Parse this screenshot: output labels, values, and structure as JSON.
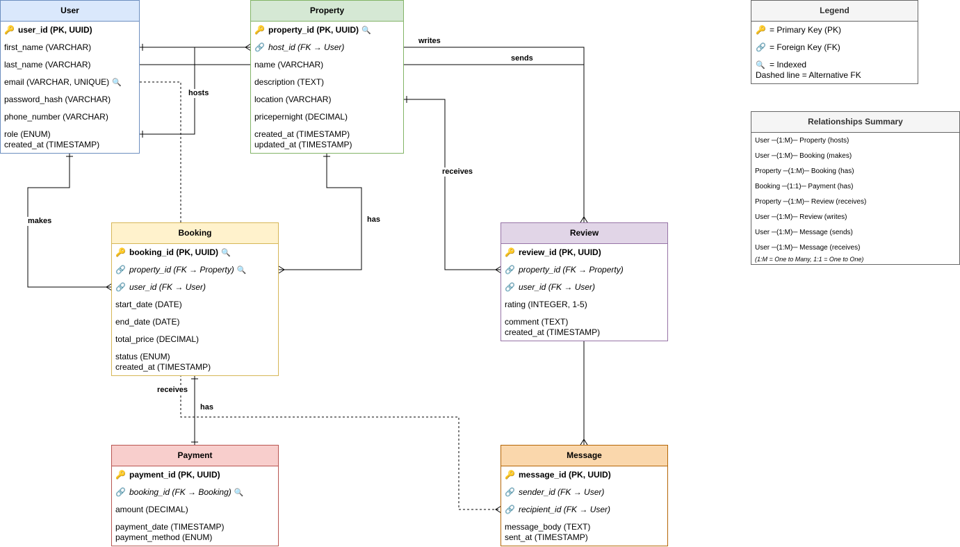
{
  "entities": {
    "user": {
      "title": "User",
      "header_fill": "#dae8fc",
      "border": "#6c8ebf",
      "fields": [
        {
          "text": "user_id (PK, UUID)",
          "kind": "pk",
          "indexed": false
        },
        {
          "text": "first_name (VARCHAR)",
          "kind": "plain",
          "indexed": false
        },
        {
          "text": "last_name (VARCHAR)",
          "kind": "plain",
          "indexed": false
        },
        {
          "text": "email (VARCHAR, UNIQUE)",
          "kind": "plain",
          "indexed": true
        },
        {
          "text": "password_hash (VARCHAR)",
          "kind": "plain",
          "indexed": false
        },
        {
          "text": "phone_number (VARCHAR)",
          "kind": "plain",
          "indexed": false
        },
        {
          "text": "role (ENUM)",
          "kind": "plain",
          "indexed": false
        },
        {
          "text": "created_at (TIMESTAMP)",
          "kind": "plain",
          "indexed": false
        }
      ]
    },
    "property": {
      "title": "Property",
      "header_fill": "#d5e8d4",
      "border": "#82b366",
      "fields": [
        {
          "text": "property_id (PK, UUID)",
          "kind": "pk",
          "indexed": true
        },
        {
          "text": "host_id (FK → User)",
          "kind": "fk",
          "indexed": false
        },
        {
          "text": "name (VARCHAR)",
          "kind": "plain",
          "indexed": false
        },
        {
          "text": "description (TEXT)",
          "kind": "plain",
          "indexed": false
        },
        {
          "text": "location (VARCHAR)",
          "kind": "plain",
          "indexed": false
        },
        {
          "text": "pricepernight (DECIMAL)",
          "kind": "plain",
          "indexed": false
        },
        {
          "text": "created_at (TIMESTAMP)",
          "kind": "plain",
          "indexed": false
        },
        {
          "text": "updated_at (TIMESTAMP)",
          "kind": "plain",
          "indexed": false
        }
      ]
    },
    "booking": {
      "title": "Booking",
      "header_fill": "#fff2cc",
      "border": "#d6b656",
      "fields": [
        {
          "text": "booking_id (PK, UUID)",
          "kind": "pk",
          "indexed": true
        },
        {
          "text": "property_id (FK → Property)",
          "kind": "fk",
          "indexed": true
        },
        {
          "text": "user_id (FK → User)",
          "kind": "fk",
          "indexed": false
        },
        {
          "text": "start_date (DATE)",
          "kind": "plain",
          "indexed": false
        },
        {
          "text": "end_date (DATE)",
          "kind": "plain",
          "indexed": false
        },
        {
          "text": "total_price (DECIMAL)",
          "kind": "plain",
          "indexed": false
        },
        {
          "text": "status (ENUM)",
          "kind": "plain",
          "indexed": false
        },
        {
          "text": "created_at (TIMESTAMP)",
          "kind": "plain",
          "indexed": false
        }
      ]
    },
    "review": {
      "title": "Review",
      "header_fill": "#e1d5e7",
      "border": "#9673a6",
      "fields": [
        {
          "text": "review_id (PK, UUID)",
          "kind": "pk",
          "indexed": false
        },
        {
          "text": "property_id (FK → Property)",
          "kind": "fk",
          "indexed": false
        },
        {
          "text": "user_id (FK → User)",
          "kind": "fk",
          "indexed": false
        },
        {
          "text": "rating (INTEGER, 1-5)",
          "kind": "plain",
          "indexed": false
        },
        {
          "text": "comment (TEXT)",
          "kind": "plain",
          "indexed": false
        },
        {
          "text": "created_at (TIMESTAMP)",
          "kind": "plain",
          "indexed": false
        }
      ]
    },
    "payment": {
      "title": "Payment",
      "header_fill": "#f8cecc",
      "border": "#b85450",
      "fields": [
        {
          "text": "payment_id (PK, UUID)",
          "kind": "pk",
          "indexed": false
        },
        {
          "text": "booking_id (FK → Booking)",
          "kind": "fk",
          "indexed": true
        },
        {
          "text": "amount (DECIMAL)",
          "kind": "plain",
          "indexed": false
        },
        {
          "text": "payment_date (TIMESTAMP)",
          "kind": "plain",
          "indexed": false
        },
        {
          "text": "payment_method (ENUM)",
          "kind": "plain",
          "indexed": false
        }
      ]
    },
    "message": {
      "title": "Message",
      "header_fill": "#fad7ac",
      "border": "#b46504",
      "fields": [
        {
          "text": "message_id (PK, UUID)",
          "kind": "pk",
          "indexed": false
        },
        {
          "text": "sender_id (FK → User)",
          "kind": "fk",
          "indexed": false
        },
        {
          "text": "recipient_id (FK → User)",
          "kind": "fk",
          "indexed": false
        },
        {
          "text": "message_body (TEXT)",
          "kind": "plain",
          "indexed": false
        },
        {
          "text": "sent_at (TIMESTAMP)",
          "kind": "plain",
          "indexed": false
        }
      ]
    }
  },
  "relationship_labels": {
    "writes": "writes",
    "sends": "sends",
    "hosts": "hosts",
    "makes": "makes",
    "has_property": "has",
    "receives_review": "receives",
    "receives_message": "receives",
    "has_payment": "has"
  },
  "legend": {
    "title": "Legend",
    "pk": "= Primary Key (PK)",
    "fk": "= Foreign Key (FK)",
    "idx": "= Indexed",
    "dashed": "Dashed line = Alternative FK"
  },
  "summary": {
    "title": "Relationships Summary",
    "items": [
      "User ─(1:M)─ Property (hosts)",
      "User ─(1:M)─ Booking (makes)",
      "Property ─(1:M)─ Booking (has)",
      "Booking ─(1:1)─ Payment (has)",
      "Property ─(1:M)─ Review (receives)",
      "User ─(1:M)─ Review (writes)",
      "User ─(1:M)─ Message (sends)",
      "User ─(1:M)─ Message (receives)"
    ],
    "note": "(1:M = One to Many, 1:1 = One to One)"
  },
  "icons": {
    "pk": "key-icon",
    "fk": "link-icon",
    "idx": "magnifier-icon"
  },
  "line_color": "#000000"
}
